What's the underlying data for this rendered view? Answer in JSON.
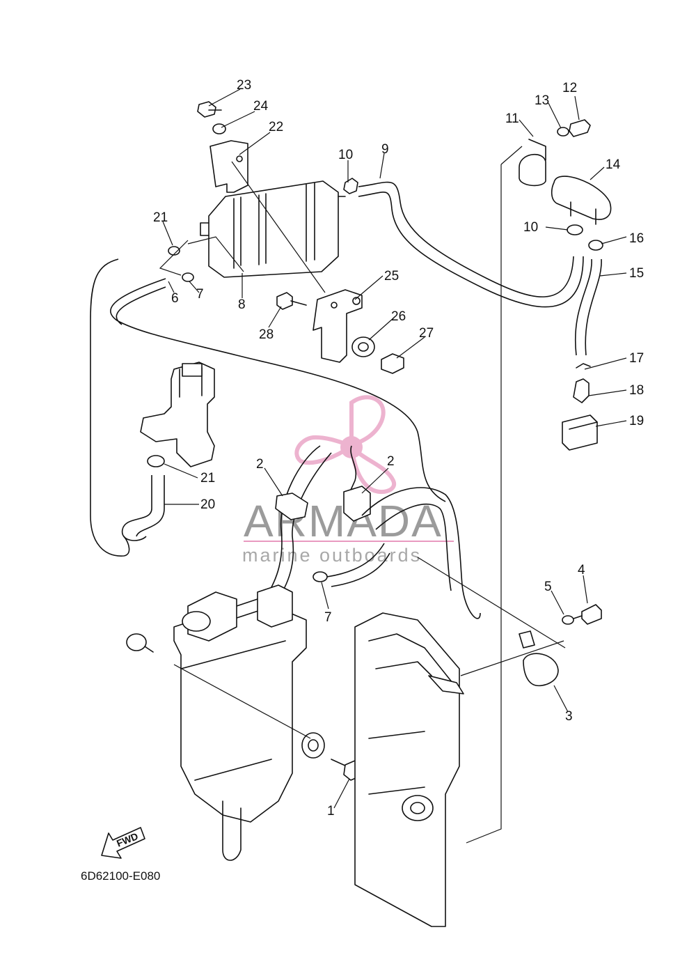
{
  "callouts": [
    {
      "id": "c23",
      "label": "23"
    },
    {
      "id": "c24",
      "label": "24"
    },
    {
      "id": "c22",
      "label": "22"
    },
    {
      "id": "c10a",
      "label": "10"
    },
    {
      "id": "c9",
      "label": "9"
    },
    {
      "id": "c11",
      "label": "11"
    },
    {
      "id": "c13",
      "label": "13"
    },
    {
      "id": "c12",
      "label": "12"
    },
    {
      "id": "c14",
      "label": "14"
    },
    {
      "id": "c21a",
      "label": "21"
    },
    {
      "id": "c10b",
      "label": "10"
    },
    {
      "id": "c16",
      "label": "16"
    },
    {
      "id": "c15",
      "label": "15"
    },
    {
      "id": "c25",
      "label": "25"
    },
    {
      "id": "c6",
      "label": "6"
    },
    {
      "id": "c7a",
      "label": "7"
    },
    {
      "id": "c8",
      "label": "8"
    },
    {
      "id": "c28",
      "label": "28"
    },
    {
      "id": "c26",
      "label": "26"
    },
    {
      "id": "c27",
      "label": "27"
    },
    {
      "id": "c17",
      "label": "17"
    },
    {
      "id": "c18",
      "label": "18"
    },
    {
      "id": "c19",
      "label": "19"
    },
    {
      "id": "c2a",
      "label": "2"
    },
    {
      "id": "c2b",
      "label": "2"
    },
    {
      "id": "c21b",
      "label": "21"
    },
    {
      "id": "c20",
      "label": "20"
    },
    {
      "id": "c7b",
      "label": "7"
    },
    {
      "id": "c5",
      "label": "5"
    },
    {
      "id": "c4",
      "label": "4"
    },
    {
      "id": "c3",
      "label": "3"
    },
    {
      "id": "c1",
      "label": "1"
    }
  ],
  "watermark": {
    "title": "ARMADA",
    "subtitle": "marine outboards",
    "accent_color": "#e89ac0"
  },
  "fwd_label": "FWD",
  "diagram_code": "6D62100-E080"
}
